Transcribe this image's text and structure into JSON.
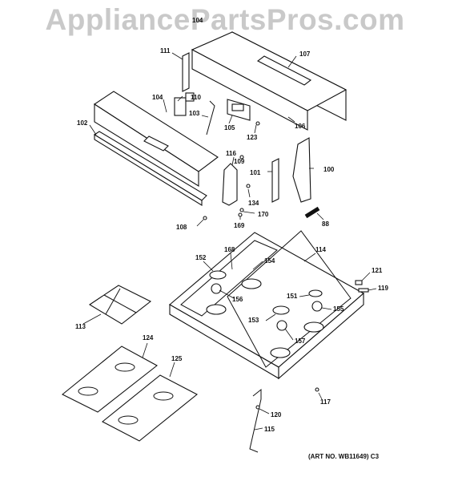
{
  "watermark": "AppliancePartsPros.com",
  "art_number": "(ART NO. WB11649) C3",
  "callouts": [
    "104",
    "111",
    "107",
    "110",
    "104",
    "103",
    "105",
    "106",
    "102",
    "123",
    "116",
    "109",
    "101",
    "100",
    "134",
    "170",
    "169",
    "88",
    "108",
    "152",
    "168",
    "154",
    "114",
    "121",
    "119",
    "151",
    "156",
    "155",
    "153",
    "157",
    "113",
    "124",
    "125",
    "117",
    "120",
    "115"
  ]
}
